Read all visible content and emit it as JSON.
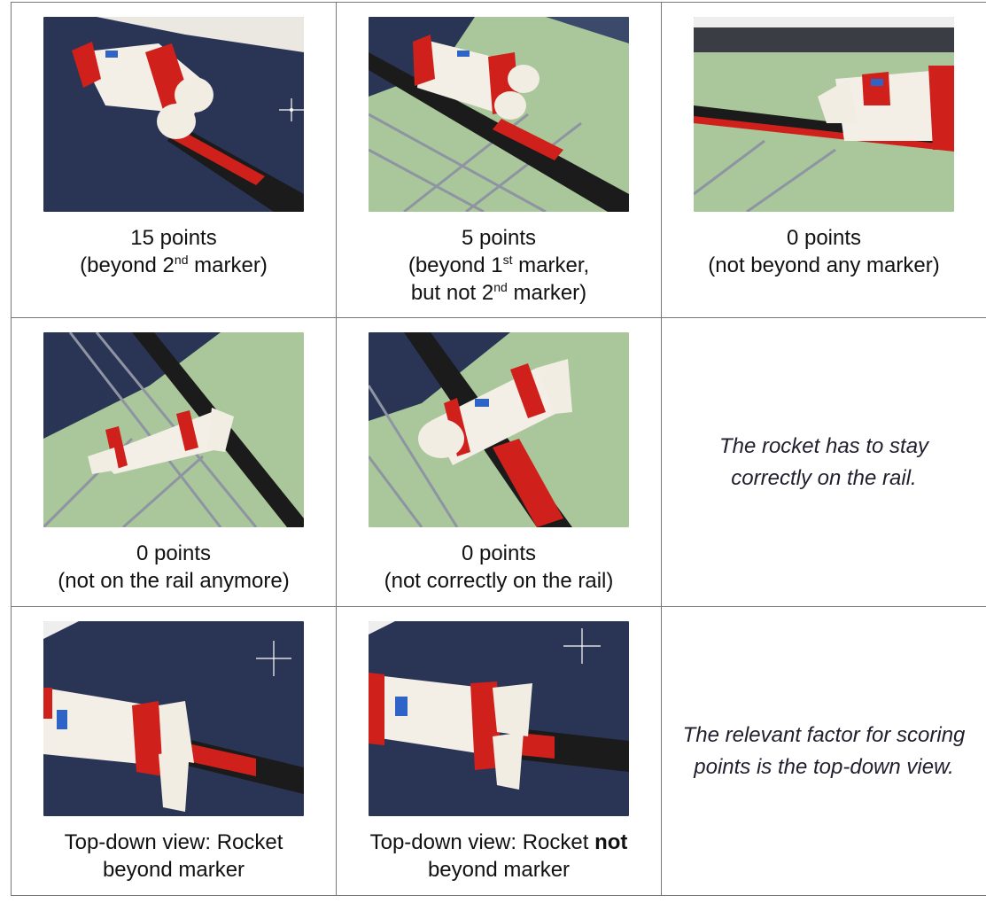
{
  "rows": [
    {
      "cells": [
        {
          "title": "15 points",
          "line2_pre": "(beyond 2",
          "line2_sup": "nd",
          "line2_post": " marker)",
          "photo": "rocket-top-right-fins-on-rail"
        },
        {
          "title": "5 points",
          "line2_pre": "(beyond 1",
          "line2_sup": "st",
          "line2_post": " marker,",
          "line3_pre": "but not 2",
          "line3_sup": "nd",
          "line3_post": " marker)",
          "photo": "rocket-on-rail-over-green-mat"
        },
        {
          "title": "0 points",
          "line2": "(not beyond any marker)",
          "photo": "rocket-at-rail-start"
        }
      ]
    },
    {
      "cells": [
        {
          "title": "0 points",
          "line2": "(not on the rail anymore)",
          "photo": "rocket-off-rail"
        },
        {
          "title": "0 points",
          "line2": "(not correctly on the rail)",
          "photo": "rocket-misaligned-on-rail"
        },
        {
          "note": "The rocket has to stay correctly on the rail."
        }
      ]
    },
    {
      "cells": [
        {
          "line1": "Top-down view: Rocket",
          "line2": "beyond marker",
          "photo": "top-down-rocket-beyond"
        },
        {
          "line1_pre": "Top-down view: Rocket ",
          "line1_bold": "not",
          "line2": "beyond marker",
          "photo": "top-down-rocket-not-beyond"
        },
        {
          "note": "The relevant factor for scoring points is the top-down view."
        }
      ]
    }
  ],
  "colors": {
    "mat_navy": "#2a3556",
    "mat_green": "#a9c79a",
    "brick_red": "#d0201c",
    "brick_white": "#f3efe6",
    "brick_blue": "#2e63c7",
    "rail_black": "#1b1b1b"
  }
}
